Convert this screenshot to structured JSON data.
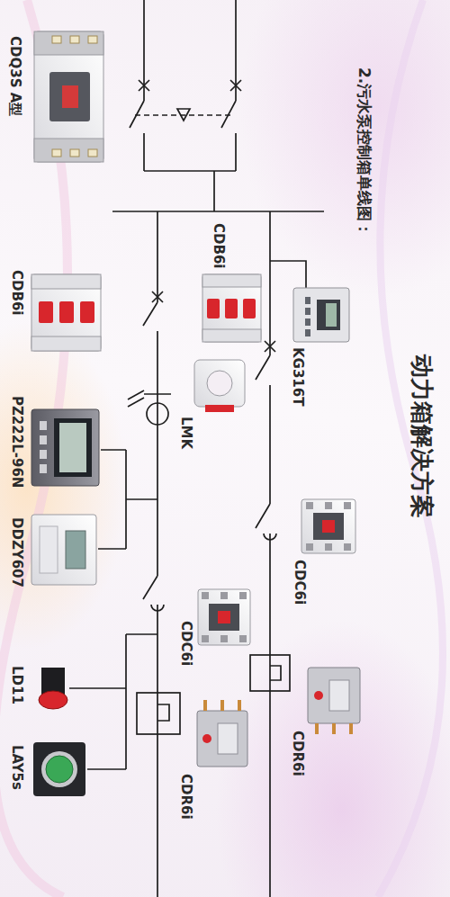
{
  "diagram": {
    "title": "动力箱解决方案",
    "labels": [
      "2.污水泵控制箱单线图：",
      "CDQ3S A型",
      "CDB6i",
      "KG316T",
      "CDB6i",
      "LMK",
      "CDC6i",
      "PZ222L-96N",
      "DDZY607",
      "CDC6i",
      "LD11",
      "LAY5s",
      "CDR6i",
      "CDR6i"
    ]
  }
}
